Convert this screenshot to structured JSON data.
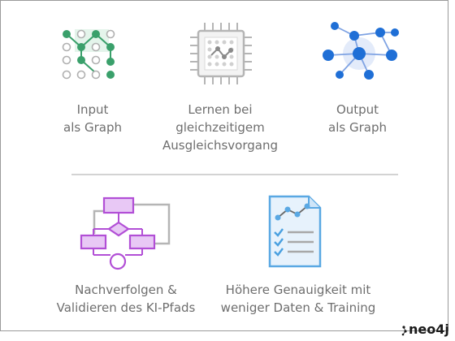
{
  "top_row": [
    {
      "label_line1": "Input",
      "label_line2": "als Graph",
      "icon": "input-graph-grid-icon"
    },
    {
      "label_line1": "Lernen bei",
      "label_line2": "gleichzeitigem",
      "label_line3": "Ausgleichsvorgang",
      "icon": "chip-learning-icon"
    },
    {
      "label_line1": "Output",
      "label_line2": "als Graph",
      "icon": "output-network-graph-icon"
    }
  ],
  "bottom_row": [
    {
      "label_line1": "Nachverfolgen &",
      "label_line2": "Validieren des KI-Pfads",
      "icon": "flowchart-icon"
    },
    {
      "label_line1": "Höhere Genauigkeit mit",
      "label_line2": "weniger Daten & Training",
      "icon": "report-checklist-icon"
    }
  ],
  "logo": {
    "text": "neo4j"
  },
  "colors": {
    "green": "#3aa06b",
    "blue": "#1f6fd6",
    "purple": "#b24fd6",
    "gray": "#a9a9a9",
    "text": "#6e6e6e"
  }
}
